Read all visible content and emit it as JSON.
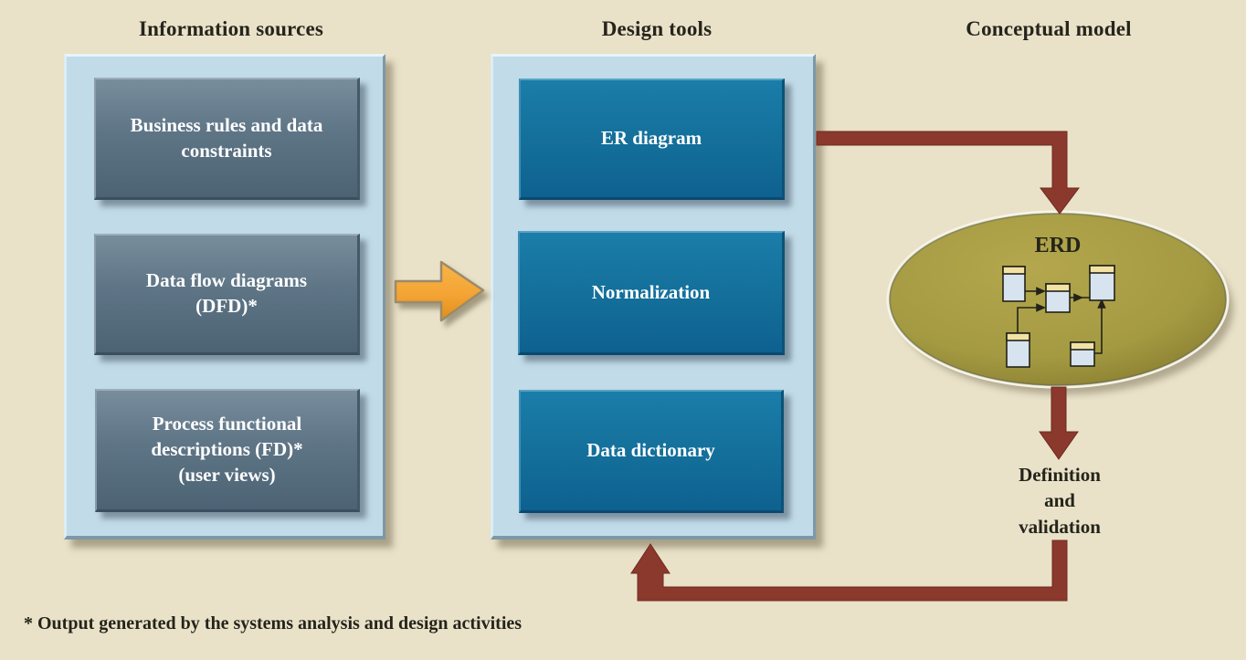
{
  "figure": {
    "footnote": "* Output generated by the systems analysis and design activities"
  },
  "columns": {
    "information_sources": {
      "title": "Information sources",
      "items": [
        "Business rules and data constraints",
        "Data flow diagrams (DFD)*",
        "Process functional descriptions (FD)* (user views)"
      ]
    },
    "design_tools": {
      "title": "Design tools",
      "items": [
        "ER diagram",
        "Normalization",
        "Data dictionary"
      ]
    },
    "conceptual_model": {
      "title": "Conceptual model",
      "erd_label": "ERD",
      "definition_label": "Definition and validation"
    }
  },
  "colors": {
    "background": "#E9E2C9",
    "panel_blue": "#C1DBE9",
    "source_box_slate": "#5E7586",
    "tool_box_teal": "#14709B",
    "arrow_red": "#8B392D",
    "arrow_orange": "#F3A434",
    "ellipse_olive": "#A49A42",
    "text_dark": "#26251C",
    "text_light": "#FFFFFF"
  }
}
